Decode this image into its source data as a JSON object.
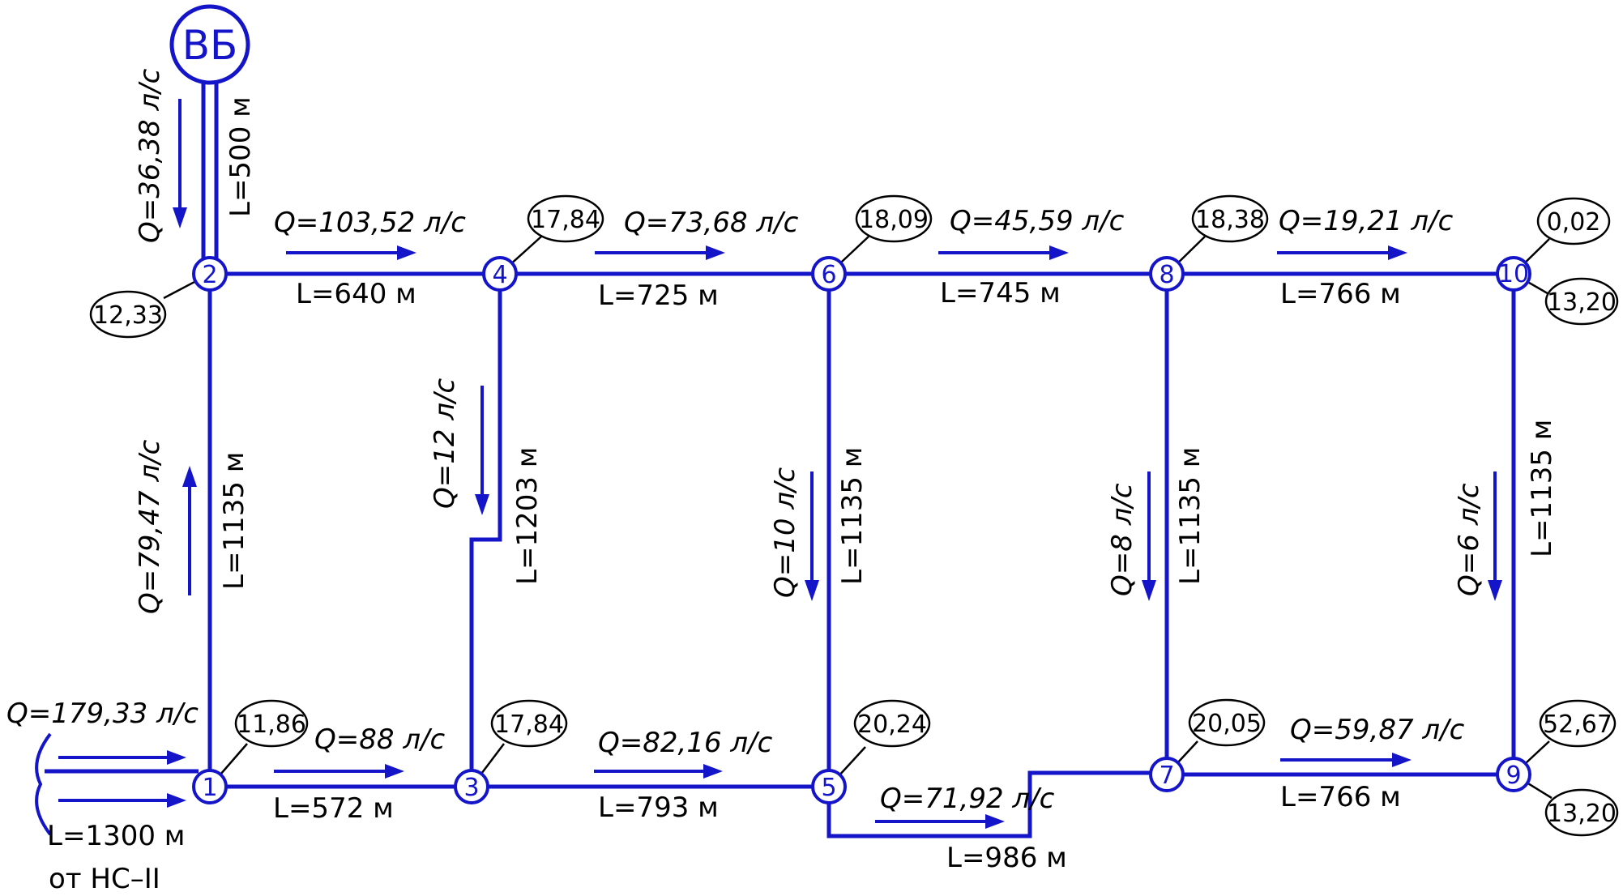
{
  "diagram": {
    "tower": "ВБ",
    "source": "от НС–II",
    "nodes": [
      "1",
      "2",
      "3",
      "4",
      "5",
      "6",
      "7",
      "8",
      "9",
      "10"
    ],
    "edges": {
      "in_len": "L=1300 м",
      "in_flow": "Q=179,33 л/с",
      "tower_len": "L=500 м",
      "tower_flow": "Q=36,38 л/с",
      "e12_len": "L=1135 м",
      "e12_flow": "Q=79,47 л/с",
      "e24_len": "L=640 м",
      "e24_flow": "Q=103,52 л/с",
      "e46_len": "L=725 м",
      "e46_flow": "Q=73,68 л/с",
      "e68_len": "L=745 м",
      "e68_flow": "Q=45,59 л/с",
      "e810_len": "L=766 м",
      "e810_flow": "Q=19,21 л/с",
      "e13_len": "L=572 м",
      "e13_flow": "Q=88 л/с",
      "e35_len": "L=793 м",
      "e35_flow": "Q=82,16 л/с",
      "e57_len": "L=986 м",
      "e57_flow": "Q=71,92 л/с",
      "e79_len": "L=766 м",
      "e79_flow": "Q=59,87 л/с",
      "e43_len": "L=1203 м",
      "e43_flow": "Q=12 л/с",
      "e65_len": "L=1135 м",
      "e65_flow": "Q=10 л/с",
      "e87_len": "L=1135 м",
      "e87_flow": "Q=8 л/с",
      "e109_len": "L=1135 м",
      "e109_flow": "Q=6 л/с"
    },
    "node_values": {
      "n1": "11,86",
      "n2": "12,33",
      "n3": "17,84",
      "n4": "17,84",
      "n5": "20,24",
      "n6": "18,09",
      "n7": "20,05",
      "n8": "18,38",
      "n9_top": "52,67",
      "n9_bottom": "13,20",
      "n10_top": "0,02",
      "n10_bottom": "13,20"
    }
  },
  "colors": {
    "pipe": "#1414c8",
    "text": "#000000",
    "background": "#ffffff"
  }
}
